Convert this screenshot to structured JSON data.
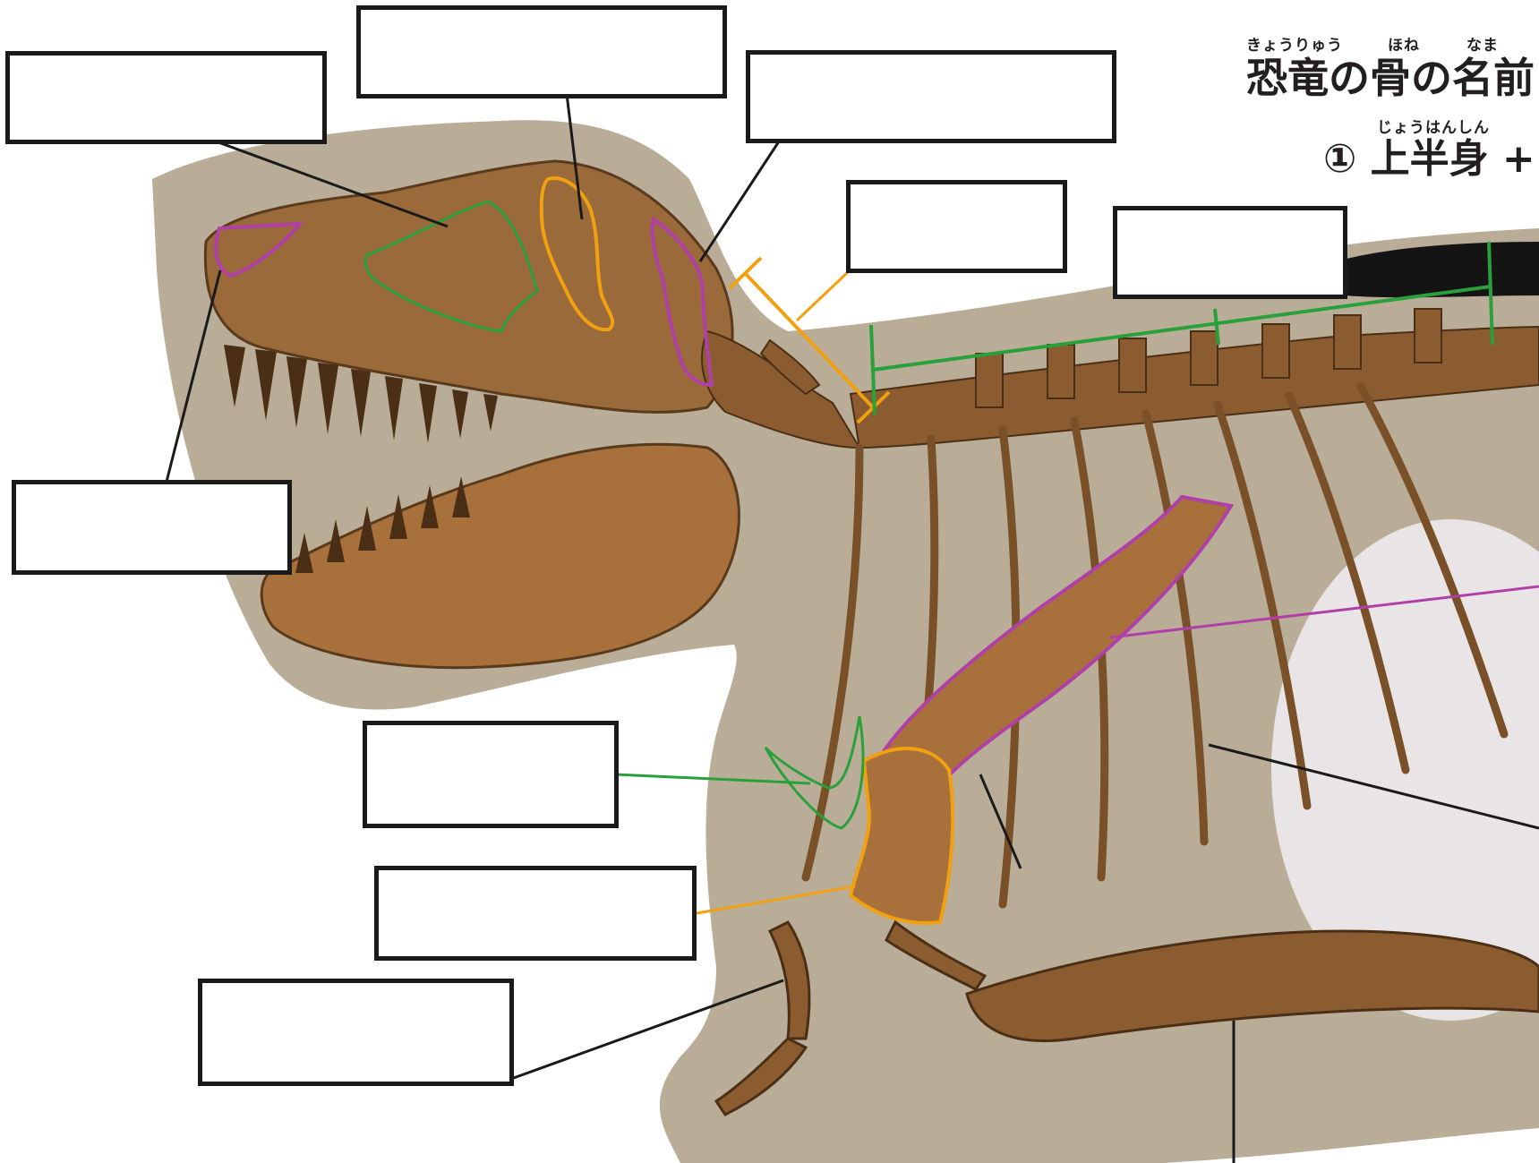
{
  "title": {
    "ruby": {
      "kyouryuu": "きょうりゅう",
      "hone": "ほね",
      "namae": "なま"
    },
    "main_text": "恐竜の骨の名前",
    "subtitle_ruby": "じょうはんしん",
    "subtitle_text": "① 上半身 +"
  },
  "colors": {
    "background": "#ffffff",
    "photo_backdrop": "#b9ad98",
    "bone": "#9a6a3a",
    "bone_dark": "#5a3a1c",
    "green_outline": "#2aa03a",
    "orange_outline": "#f0a010",
    "magenta_outline": "#b040a8",
    "leader_line": "#1a1a1a"
  },
  "label_boxes": [
    {
      "id": "nasal-opening-label",
      "text": ""
    },
    {
      "id": "antorbital-fenestra-label",
      "text": ""
    },
    {
      "id": "orbit-label",
      "text": ""
    },
    {
      "id": "lateral-temporal-fenestra-label",
      "text": ""
    },
    {
      "id": "neck-vertebrae-label",
      "text": ""
    },
    {
      "id": "back-vertebrae-label",
      "text": ""
    },
    {
      "id": "premaxilla-label",
      "text": ""
    },
    {
      "id": "furcula-label",
      "text": ""
    },
    {
      "id": "coracoid-label",
      "text": ""
    },
    {
      "id": "forelimb-label",
      "text": ""
    }
  ]
}
